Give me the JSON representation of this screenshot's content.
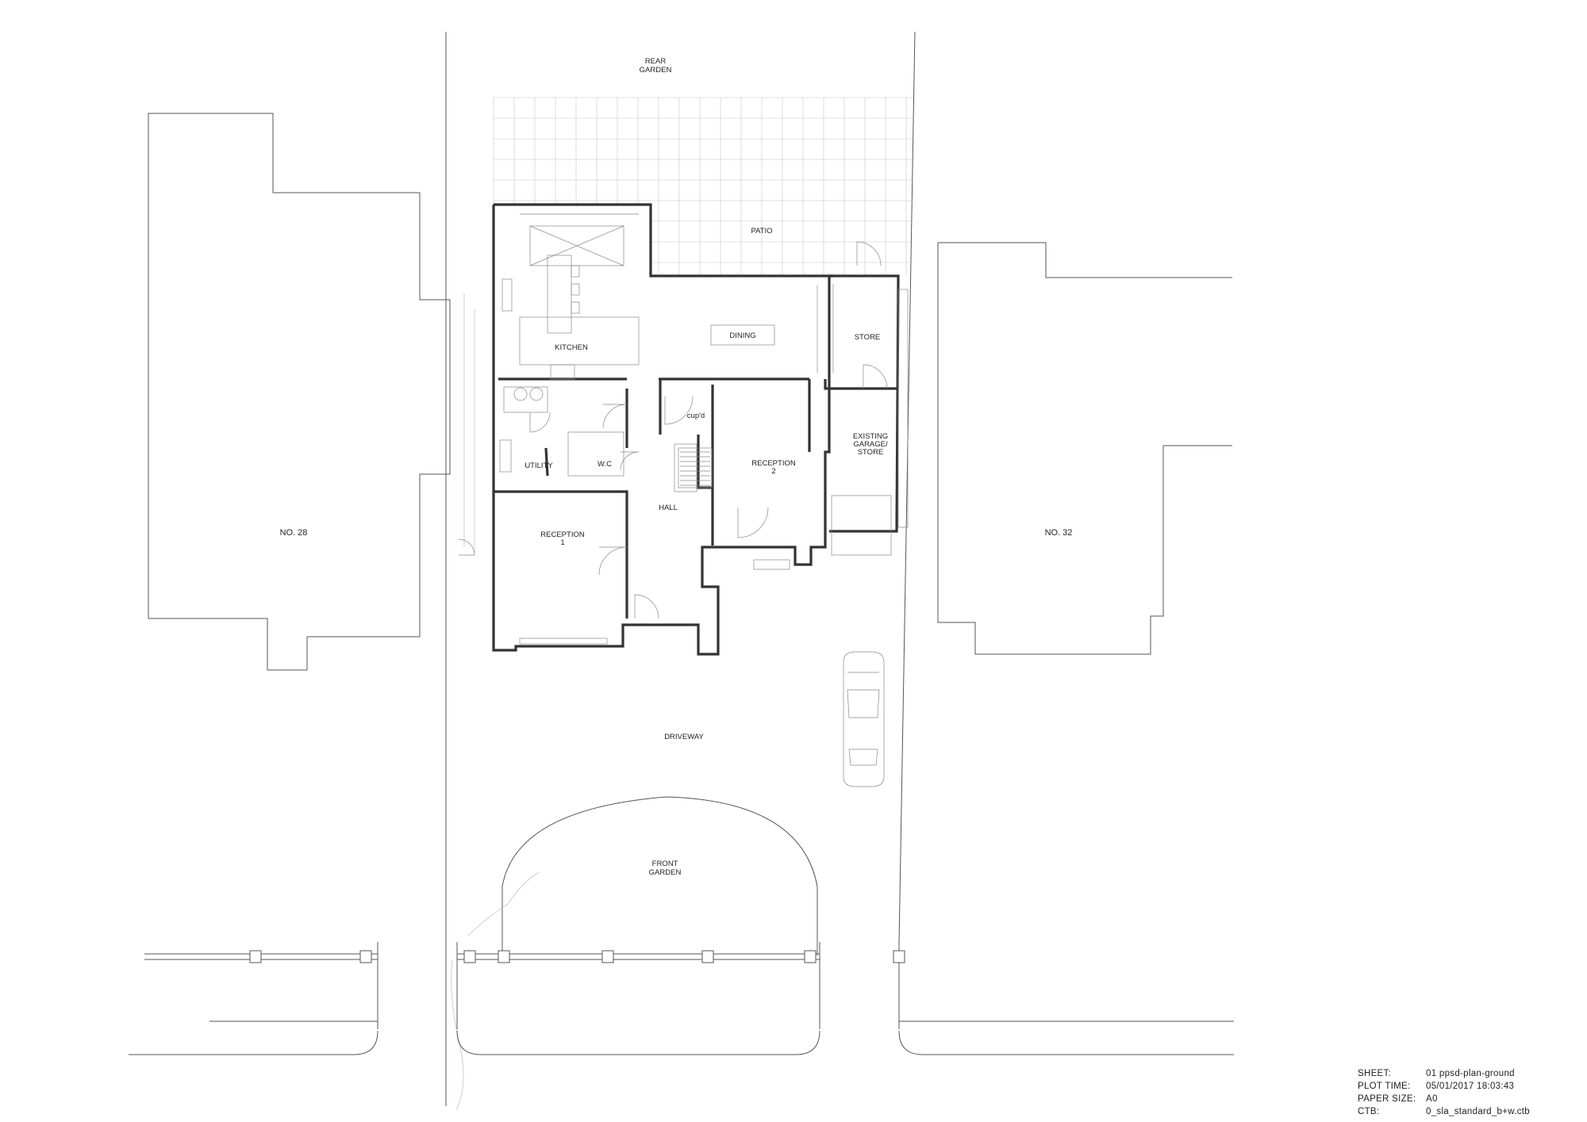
{
  "drawing": {
    "rooms": {
      "rear_garden": [
        "REAR",
        "GARDEN"
      ],
      "patio": "PATIO",
      "kitchen": "KITCHEN",
      "dining": "DINING",
      "store": "STORE",
      "cupboard": "cup'd",
      "utility": "UTILITY",
      "wc": "W.C",
      "hall": "HALL",
      "reception_1": [
        "RECEPTION",
        "1"
      ],
      "reception_2": [
        "RECEPTION",
        "2"
      ],
      "existing_garage": [
        "EXISTING",
        "GARAGE/",
        "STORE"
      ],
      "driveway": "DRIVEWAY",
      "front_garden": [
        "FRONT",
        "GARDEN"
      ]
    },
    "neighbours": {
      "left": "NO. 28",
      "right": "NO. 32"
    }
  },
  "title_block": {
    "sheet_label": "SHEET:",
    "sheet_value": "01 ppsd-plan-ground",
    "plot_time_label": "PLOT TIME:",
    "plot_time_value": "05/01/2017 18:03:43",
    "paper_size_label": "PAPER SIZE:",
    "paper_size_value": "A0",
    "ctb_label": "CTB:",
    "ctb_value": "0_sla_standard_b+w.ctb"
  }
}
